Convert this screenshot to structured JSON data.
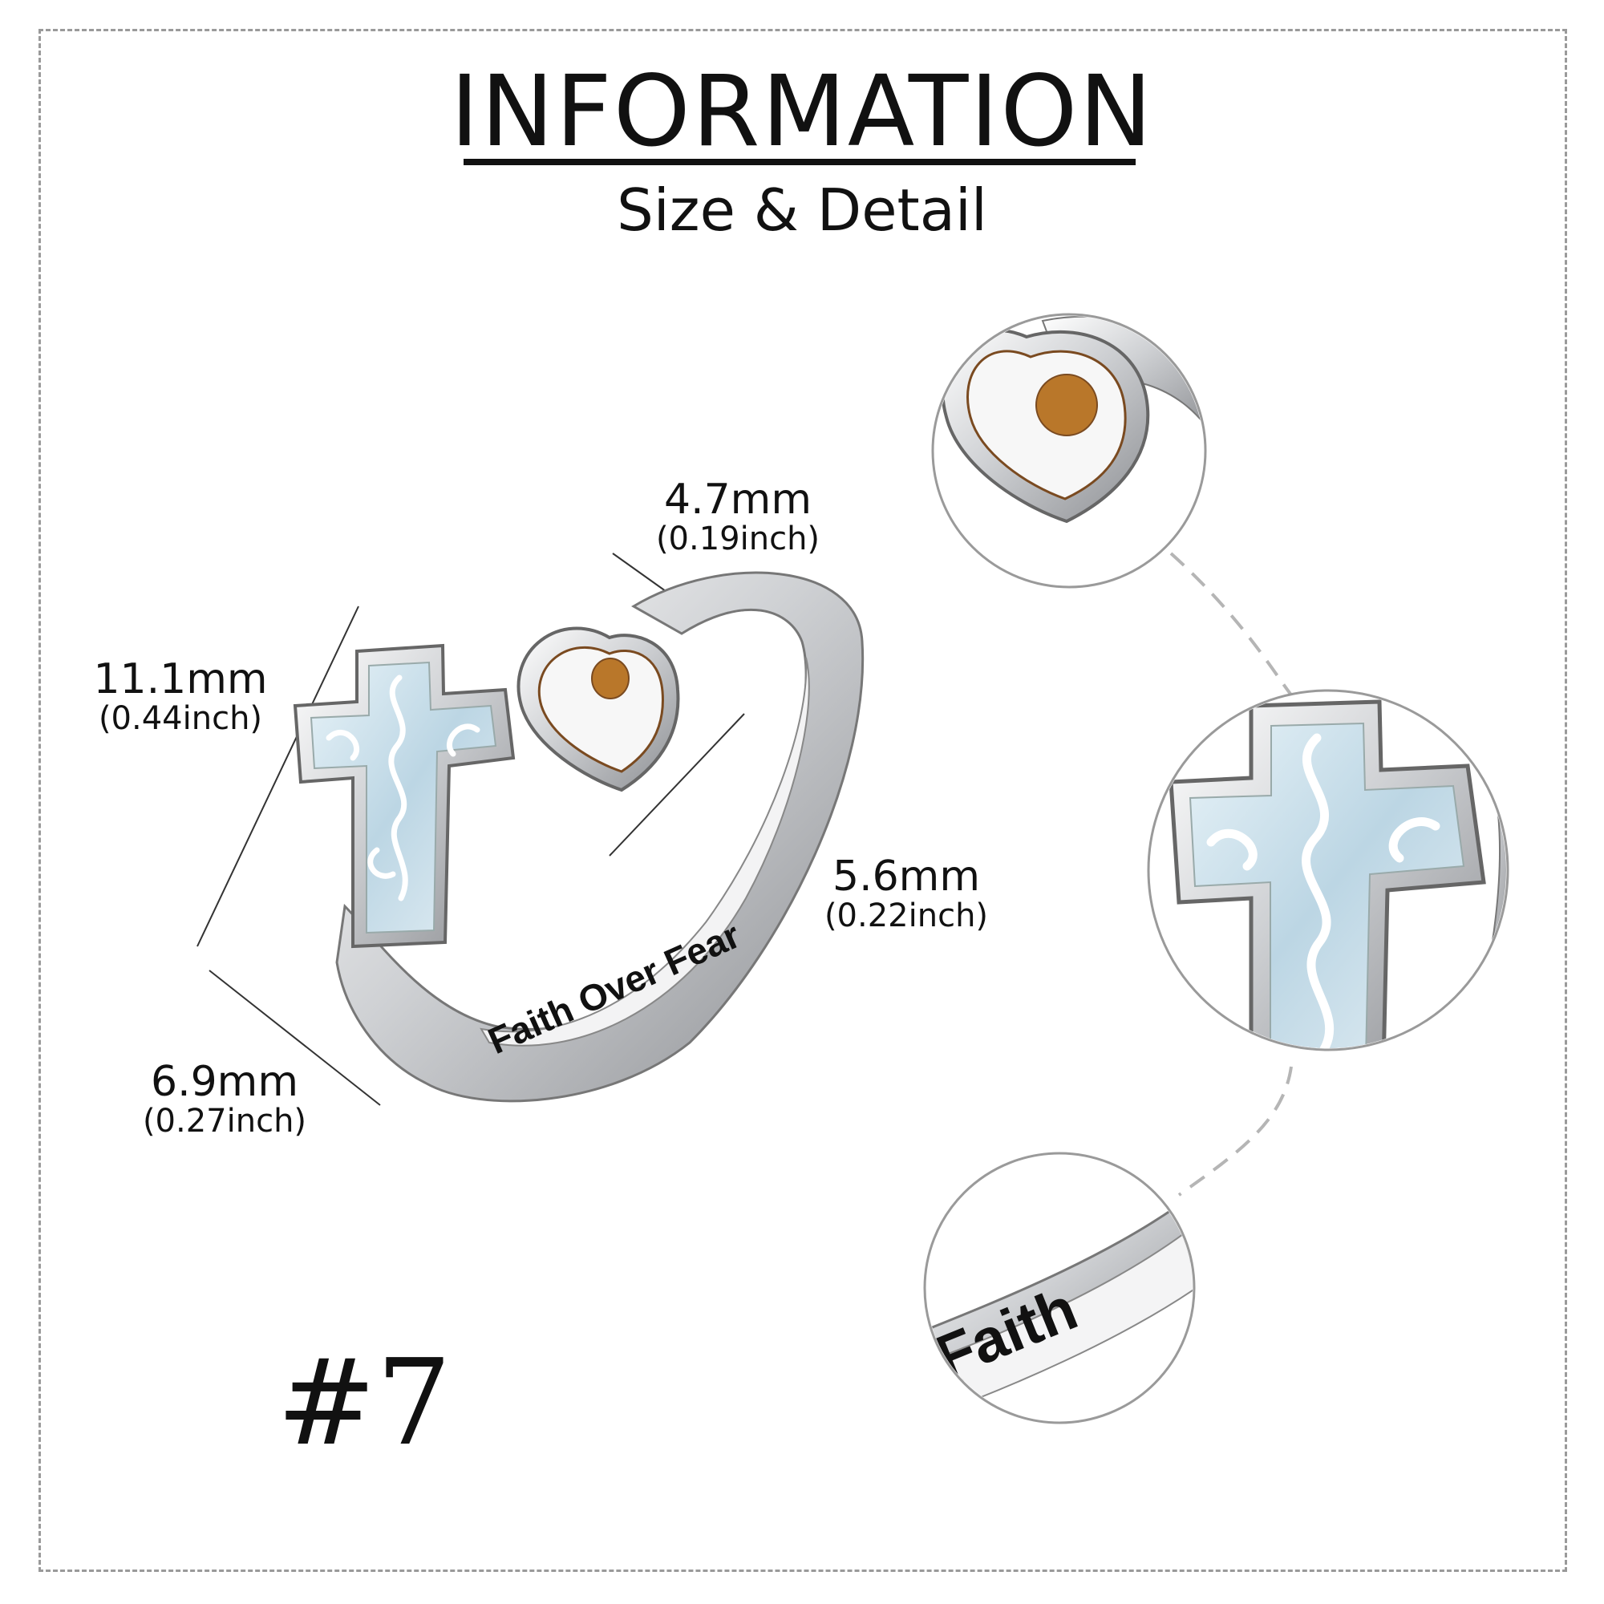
{
  "header": {
    "title": "INFORMATION",
    "subtitle": "Size & Detail"
  },
  "dimensions": {
    "band_width": {
      "mm": "4.7mm",
      "inch": "(0.19inch)"
    },
    "cross_height": {
      "mm": "11.1mm",
      "inch": "(0.44inch)"
    },
    "heart_size": {
      "mm": "5.6mm",
      "inch": "(0.22inch)"
    },
    "cross_width": {
      "mm": "6.9mm",
      "inch": "(0.27inch)"
    }
  },
  "ring": {
    "engraving": "Faith Over Fear",
    "detail_engraving": "Faith"
  },
  "model_number": "#7",
  "colors": {
    "silver": "#d9dadc",
    "silver_dark": "#8d8f93",
    "opal": "#cfe3ee",
    "seed": "#b9772a",
    "dashed": "#b5b5b5"
  }
}
